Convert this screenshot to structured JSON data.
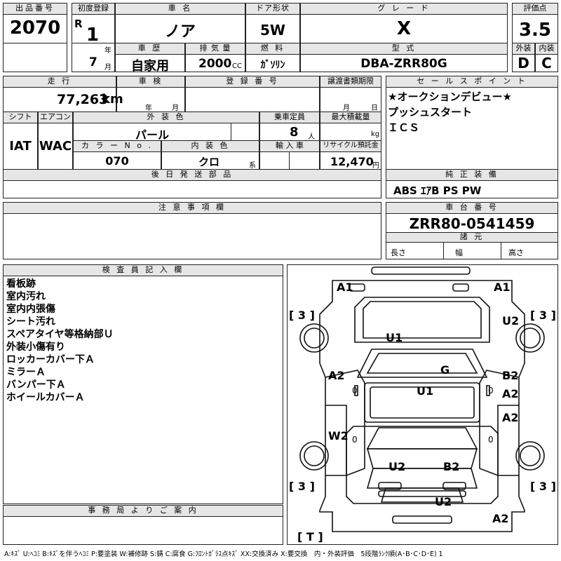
{
  "labels": {
    "lot_no": "出品番号",
    "first_reg": "初度登録",
    "car_name": "車 名",
    "door": "ドア形状",
    "grade": "グ レ ー ド",
    "score": "評価点",
    "history": "車 歴",
    "displacement": "排 気 量",
    "fuel": "燃 料",
    "model_code": "型 式",
    "exterior": "外装",
    "interior": "内装",
    "mileage": "走 行",
    "inspection": "車 検",
    "reg_no": "登 録 番 号",
    "transfer": "譲渡書類期限",
    "sales_point": "セ ー ル ス ポ イ ン ト",
    "shift": "シフト",
    "aircon": "エアコン",
    "ext_color": "外 装 色",
    "capacity": "乗車定員",
    "max_load": "最大積載量",
    "color_no": "カ ラ ー N o .",
    "int_color": "内 装 色",
    "import": "輸 入 車",
    "recycle": "リサイクル預託金",
    "later_parts": "後 日 発 送 部 品",
    "genuine": "純 正 装 備",
    "caution": "注 意 事 項 欄",
    "chassis": "車 台 番 号",
    "dims": "諸 元",
    "inspector": "検 査 員 記 入 欄",
    "office": "事 務 局 よ り ご 案 内"
  },
  "units": {
    "era": "R",
    "year": "年",
    "month": "月",
    "cc": "CC",
    "km": "km",
    "people": "人",
    "kg": "kg",
    "kei": "系",
    "yen": "円",
    "len": "長さ",
    "width": "幅",
    "height": "高さ"
  },
  "values": {
    "lot_no": "2070",
    "reg_year": "1",
    "reg_month": "7",
    "car_name": "ノア",
    "door": "5W",
    "grade": "X",
    "score": "3.5",
    "history": "自家用",
    "displacement": "2000",
    "fuel": "ｶﾞｿﾘﾝ",
    "model_code": "DBA-ZRR80G",
    "exterior": "D",
    "interior": "C",
    "mileage": "77,263",
    "shift": "IAT",
    "aircon": "WAC",
    "ext_color": "パール",
    "capacity": "8",
    "color_no": "070",
    "int_color": "クロ",
    "recycle": "12,470",
    "genuine": "ABS ｴｱB PS PW",
    "chassis": "ZRR80-0541459"
  },
  "sales_points": [
    "★オークションデビュー★",
    "プッシュスタート",
    "ＩＣＳ"
  ],
  "notes": [
    "看板跡",
    "室内汚れ",
    "室内内張傷",
    "シート汚れ",
    "スペアタイヤ等格納部Ｕ",
    "外装小傷有り",
    "ロッカーカバー下Ａ",
    "ミラーＡ",
    "バンパー下Ａ",
    "ホイールカバーＡ"
  ],
  "diagram": {
    "front_left": "A1",
    "front_right": "A1",
    "tire_fl": "3",
    "tire_fr": "3",
    "tire_rl": "3",
    "tire_rr": "3",
    "trunk": "T",
    "right_front": "U2",
    "roof": "U1",
    "hood_g": "G",
    "interior_u1": "U1",
    "left_front_door": "A2",
    "right_front_door_b2": "B2",
    "right_front_door_a2": "A2",
    "right_rear_door": "A2",
    "left_rear": "W2",
    "rear_u2": "U2",
    "rear_b2": "B2",
    "rear_bumper_u2": "U2",
    "rear_a2": "A2",
    "zero_left_1": "0",
    "zero_right_1": "0",
    "zero_left_2": "0",
    "zero_right_2": "0"
  },
  "legend": "A:ｷｽﾞ U:ﾍｺﾐ B:ｷｽﾞを伴うﾍｺﾐ P:要塗装 W:補修跡 S:錆 C:腐食 G:ﾌﾛﾝﾄｶﾞﾗｽ点ｷｽﾞ XX:交換済み X:要交換　内・外装評価　5段階ﾗﾝｸ順(A･B･C･D･E) 1"
}
